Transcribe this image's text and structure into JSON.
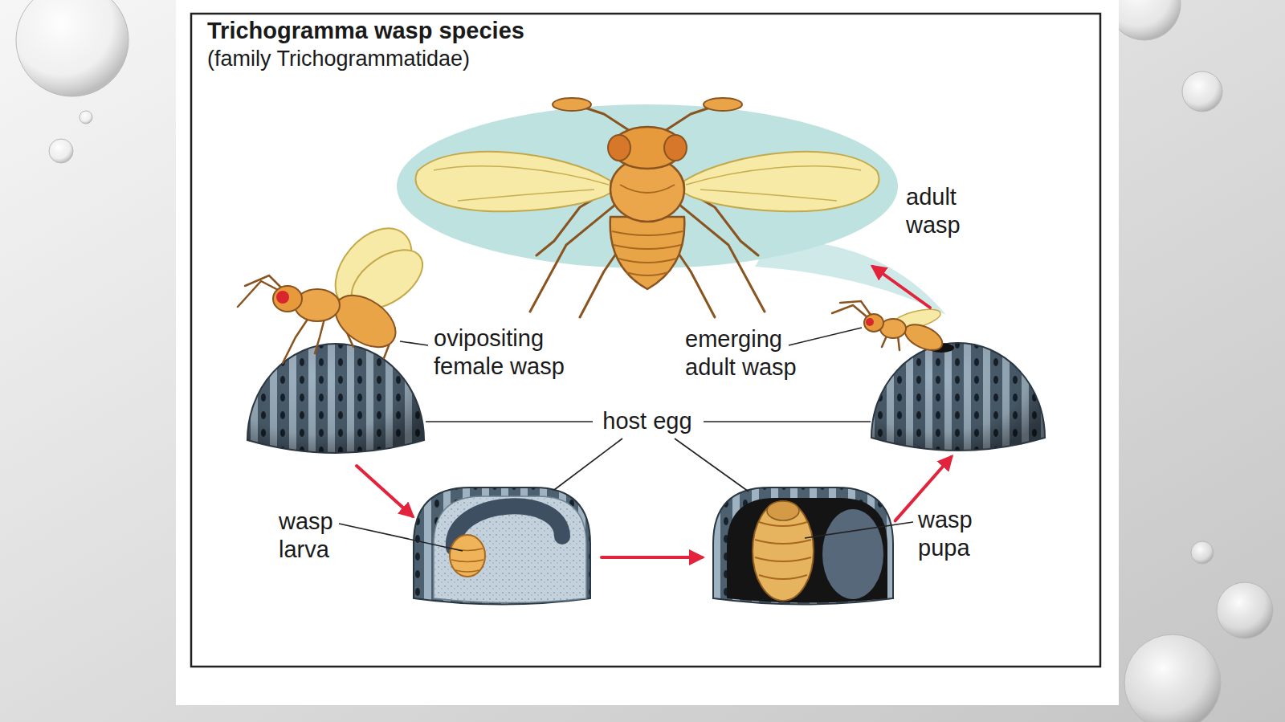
{
  "diagram": {
    "title": "Trichogramma wasp species",
    "nodes": [
      {
        "text": [
          "adult wasp"
        ]
      },
      {
        "text": [
          "ovipositing female wasp"
        ]
      },
      {
        "text": [
          "wasp larva"
        ]
      },
      {
        "text": [
          "wasp pupa"
        ]
      },
      {
        "text": [
          "emerging adult wasp"
        ]
      }
    ],
    "edges": [
      {
        "from": 1,
        "to": 2,
        "arrow": "to"
      },
      {
        "from": 2,
        "to": 3,
        "arrow": "to"
      },
      {
        "from": 3,
        "to": 4,
        "arrow": "to"
      },
      {
        "from": 4,
        "to": 0,
        "arrow": "to"
      }
    ],
    "labels": [
      "(family Trichogrammatidae)",
      "host egg"
    ]
  }
}
